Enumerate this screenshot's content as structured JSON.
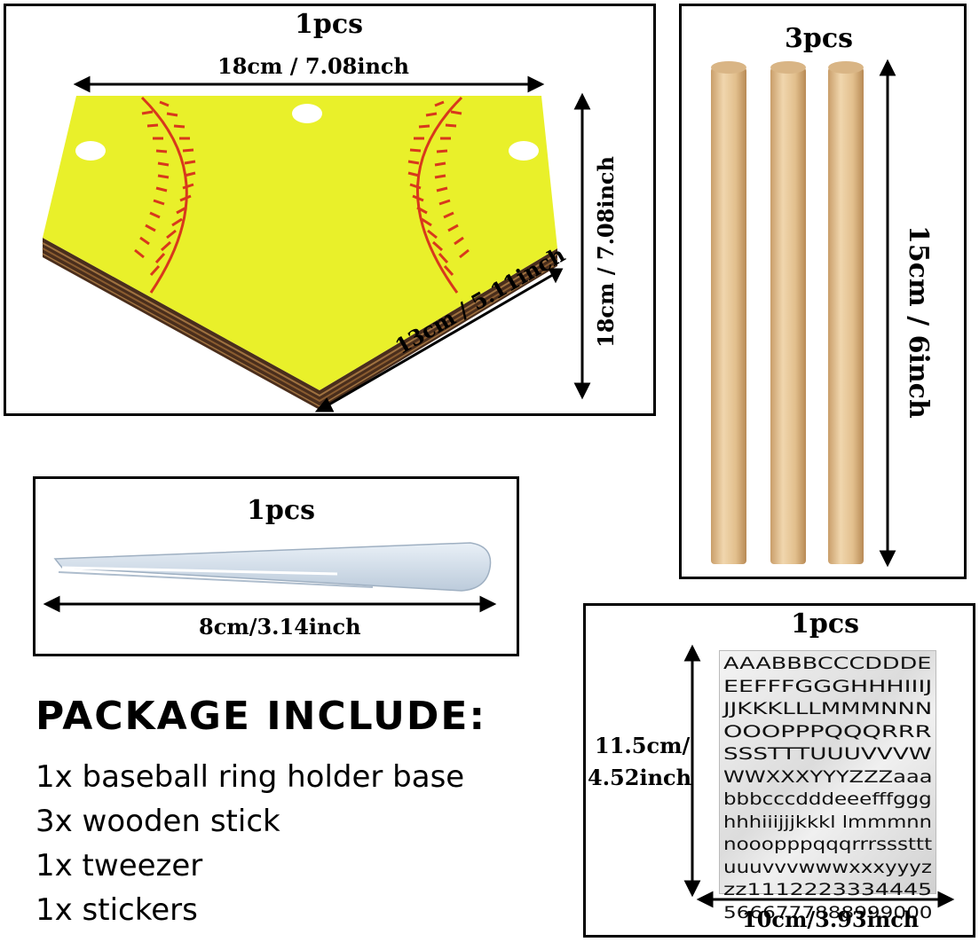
{
  "base_panel": {
    "quantity": "1pcs",
    "width_label": "18cm / 7.08inch",
    "height_label": "18cm / 7.08inch",
    "side_label": "13cm / 5.11inch",
    "colors": {
      "face": "#e9f02a",
      "edge": "#4a2e1c",
      "stitch": "#d8381c"
    }
  },
  "sticks_panel": {
    "quantity": "3pcs",
    "length_label": "15cm / 6inch",
    "colors": {
      "wood": "#e6c79b"
    }
  },
  "tweezer_panel": {
    "quantity": "1pcs",
    "length_label": "8cm/3.14inch"
  },
  "stickers_panel": {
    "quantity": "1pcs",
    "height_label_line1": "11.5cm/",
    "height_label_line2": "4.52inch",
    "width_label": "10cm/3.93inch",
    "rows": [
      "AAABBBCCCDDDE",
      "EEFFFGGGHHHIIIJ",
      "JJKKKLLLMMMNNN",
      "OOOPPPQQQRRR",
      "SSSTTTUUUVVVW",
      "WWXXXYYYZZZaaa",
      "bbbcccdddeeefffggg",
      "hhhiiijjjkkkl lmmmnn",
      "nooopppqqqrrrsssttt",
      "uuuvvvwwwxxxyyyz",
      "zz1112223334445",
      "5666777888999000"
    ]
  },
  "package": {
    "title": "PACKAGE INCLUDE:",
    "items": [
      "1x baseball ring holder base",
      "3x wooden stick",
      "1x tweezer",
      "1x stickers"
    ]
  }
}
